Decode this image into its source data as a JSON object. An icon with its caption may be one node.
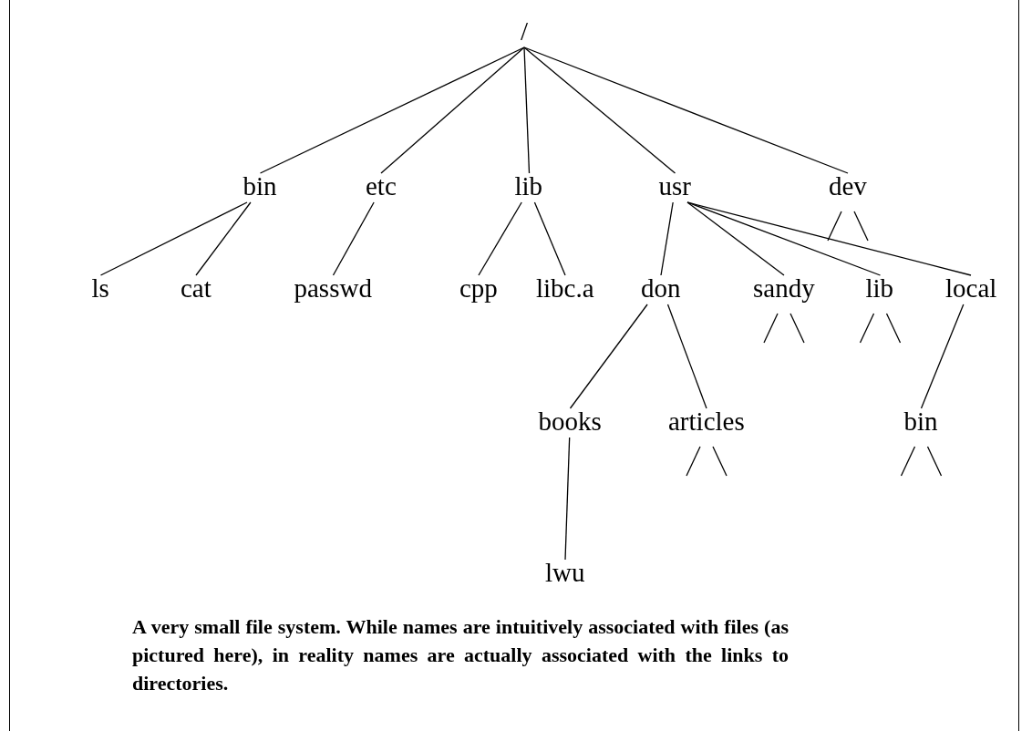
{
  "diagram": {
    "caption": "A very small file system. While names are intuitively associated with files (as pictured here), in reality names are actually associated with the links to directories.",
    "nodes": [
      {
        "text": [
          "/"
        ]
      },
      {
        "text": [
          "bin"
        ]
      },
      {
        "text": [
          "etc"
        ]
      },
      {
        "text": [
          "lib"
        ]
      },
      {
        "text": [
          "usr"
        ]
      },
      {
        "text": [
          "dev"
        ]
      },
      {
        "text": [
          "ls"
        ]
      },
      {
        "text": [
          "cat"
        ]
      },
      {
        "text": [
          "passwd"
        ]
      },
      {
        "text": [
          "cpp"
        ]
      },
      {
        "text": [
          "libc.a"
        ]
      },
      {
        "text": [
          "don"
        ]
      },
      {
        "text": [
          "sandy"
        ]
      },
      {
        "text": [
          "lib"
        ]
      },
      {
        "text": [
          "local"
        ]
      },
      {
        "text": [
          "books"
        ]
      },
      {
        "text": [
          "articles"
        ]
      },
      {
        "text": [
          "bin"
        ]
      },
      {
        "text": [
          "lwu"
        ]
      }
    ],
    "edges": [
      {
        "from": 0,
        "to": 1,
        "arrow": "none"
      },
      {
        "from": 0,
        "to": 2,
        "arrow": "none"
      },
      {
        "from": 0,
        "to": 3,
        "arrow": "none"
      },
      {
        "from": 0,
        "to": 4,
        "arrow": "none"
      },
      {
        "from": 0,
        "to": 5,
        "arrow": "none"
      },
      {
        "from": 1,
        "to": 6,
        "arrow": "none"
      },
      {
        "from": 1,
        "to": 7,
        "arrow": "none"
      },
      {
        "from": 2,
        "to": 8,
        "arrow": "none"
      },
      {
        "from": 3,
        "to": 9,
        "arrow": "none"
      },
      {
        "from": 3,
        "to": 10,
        "arrow": "none"
      },
      {
        "from": 5,
        "to": null,
        "arrow": "none"
      },
      {
        "from": 5,
        "to": null,
        "arrow": "none"
      },
      {
        "from": 4,
        "to": 11,
        "arrow": "none"
      },
      {
        "from": 4,
        "to": 12,
        "arrow": "none"
      },
      {
        "from": 4,
        "to": 13,
        "arrow": "none"
      },
      {
        "from": 4,
        "to": 14,
        "arrow": "none"
      },
      {
        "from": 11,
        "to": 15,
        "arrow": "none"
      },
      {
        "from": 11,
        "to": 16,
        "arrow": "none"
      },
      {
        "from": 12,
        "to": null,
        "arrow": "none"
      },
      {
        "from": 12,
        "to": null,
        "arrow": "none"
      },
      {
        "from": 13,
        "to": null,
        "arrow": "none"
      },
      {
        "from": 13,
        "to": null,
        "arrow": "none"
      },
      {
        "from": 14,
        "to": 17,
        "arrow": "none"
      },
      {
        "from": 15,
        "to": 18,
        "arrow": "none"
      },
      {
        "from": 16,
        "to": null,
        "arrow": "none"
      },
      {
        "from": 16,
        "to": null,
        "arrow": "none"
      },
      {
        "from": 17,
        "to": null,
        "arrow": "none"
      },
      {
        "from": 17,
        "to": null,
        "arrow": "none"
      }
    ]
  }
}
